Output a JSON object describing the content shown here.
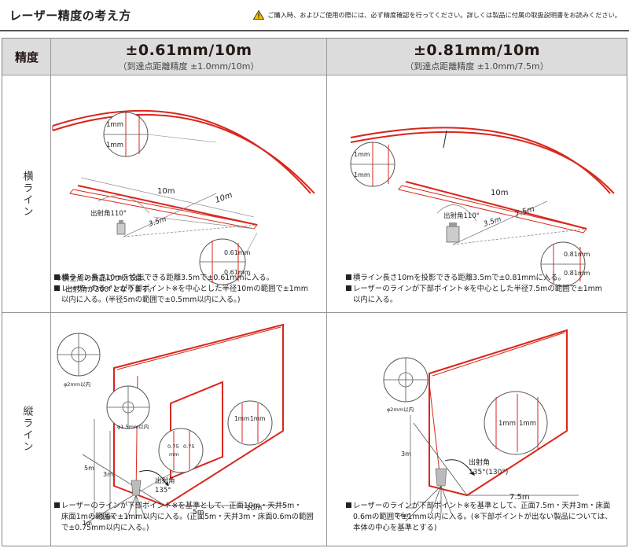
{
  "header": {
    "title": "レーザー精度の考え方",
    "warning": "ご購入時、およびご使用の際には、必ず精度確認を行ってください。詳しくは製品に付属の取扱説明書をお読みください。",
    "warning_icon": "warning-triangle-icon"
  },
  "table": {
    "corner_label": "精度",
    "columns": [
      {
        "main": "±0.61mm/10m",
        "sub": "（到達点距離精度 ±1.0mm/10m）"
      },
      {
        "main": "±0.81mm/10m",
        "sub": "（到達点距離精度 ±1.0mm/7.5m）"
      }
    ],
    "rows": [
      {
        "label": "横ライン"
      },
      {
        "label": "縦ライン"
      }
    ]
  },
  "horizontal": {
    "left": {
      "dims": {
        "d1": "1mm",
        "d2": "1mm",
        "d3": "0.61mm",
        "d4": "0.61mm",
        "len": "10m",
        "dist": "10m",
        "near": "3.5m",
        "angle": "出射角110°"
      },
      "aside_1": "※横全周の商品については、",
      "aside_2": "出射角が360°となります。",
      "note_1": "横ライン長さ10mを投影できる距離3.5mで±0.61mmに入る。",
      "note_2": "レーザーのラインが下部ポイント※を中心とした半径10mの範囲で±1mm",
      "note_3": "以内に入る。(半径5mの範囲で±0.5mm以内に入る。)"
    },
    "right": {
      "dims": {
        "d1": "1mm",
        "d2": "1mm",
        "d3": "0.81mm",
        "d4": "0.81mm",
        "len": "10m",
        "dist": "7.5m",
        "near": "3.5m",
        "angle": "出射角110°"
      },
      "note_1": "横ライン長さ10mを投影できる距離3.5mで±0.81mmに入る。",
      "note_2": "レーザーのラインが下部ポイント※を中心とした半径7.5mの範囲で±1mm",
      "note_3": "以内に入る。"
    }
  },
  "vertical": {
    "left": {
      "dims": {
        "circle1": "φ2mm以内",
        "circle2": "φ1.5mm以内",
        "g1": "0.75",
        "g2": "0.75",
        "gu": "mm",
        "b1": "1mm",
        "b2": "1mm",
        "h1": "5m",
        "h2": "3m",
        "h3": "1m",
        "h4": "0.6m",
        "angle1": "出射角",
        "angle2": "135°",
        "w1": "5m",
        "w2": "10m"
      },
      "note_1": "レーザーのラインが下部ポイント※を基準として、正面10m・天井5m・",
      "note_2": "床面1mの範囲で±1mm以内に入る。(正面5m・天井3m・床面0.6mの範囲",
      "note_3": "で±0.75mm以内に入る。)"
    },
    "right": {
      "dims": {
        "circle1": "φ2mm以内",
        "b1": "1mm",
        "b2": "1mm",
        "h1": "3m",
        "h2": "0.6m",
        "angle1": "出射角",
        "angle2": "135°(130°)",
        "w1": "7.5m"
      },
      "note_1": "レーザーのラインが下部ポイント※を基準として、正面7.5m・天井3m・床面",
      "note_2": "0.6mの範囲で±1mm以内に入る。(※下部ポイントが出ない製品については、",
      "note_3": "本体の中心を基準とする)"
    }
  },
  "colors": {
    "laser": "#d9261c",
    "header_bg": "#dcdcdc",
    "rule": "#555555"
  }
}
